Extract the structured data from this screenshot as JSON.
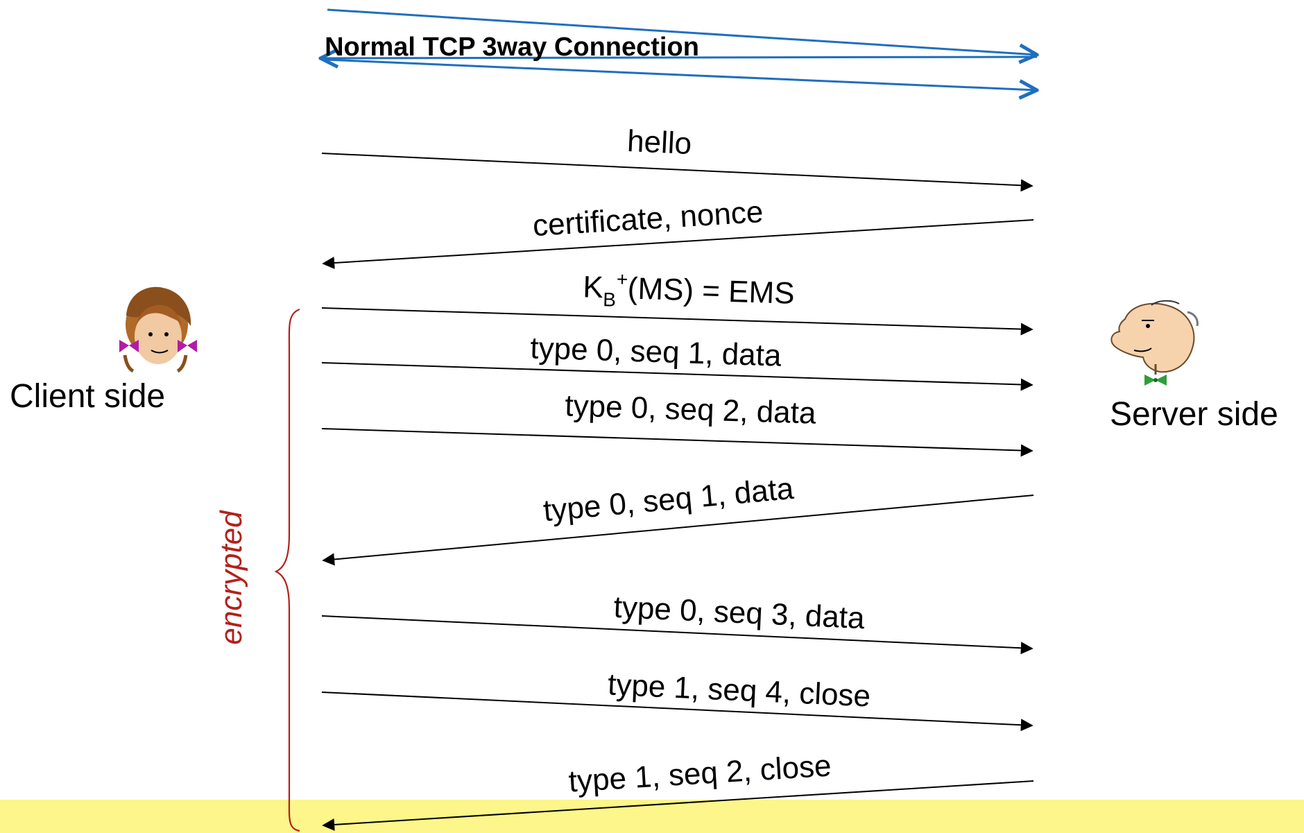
{
  "header": {
    "title": "Normal TCP 3way Connection"
  },
  "client": {
    "label": "Client side"
  },
  "server": {
    "label": "Server side"
  },
  "encrypted_label": "encrypted",
  "messages": [
    {
      "label": "hello",
      "direction": "to-server"
    },
    {
      "label": "certificate, nonce",
      "direction": "to-client"
    },
    {
      "label": "EMS",
      "direction": "to-server"
    },
    {
      "label": "type 0, seq 1, data",
      "direction": "to-server"
    },
    {
      "label": "type 0, seq 2, data",
      "direction": "to-server"
    },
    {
      "label": "type 0, seq 1, data",
      "direction": "to-client"
    },
    {
      "label": "type 0, seq 3, data",
      "direction": "to-server"
    },
    {
      "label": "type 1, seq 4, close",
      "direction": "to-server"
    },
    {
      "label": "type 1, seq 2, close",
      "direction": "to-client"
    }
  ],
  "ems_formula": {
    "key": "K",
    "subscript": "B",
    "superscript": "+",
    "argument": "(MS) = EMS"
  },
  "colors": {
    "background": "#ffffff",
    "tcp_arrows": "#1f6fbf",
    "message_arrows": "#000000",
    "encrypted": "#b3201a",
    "bottom_band": "#fdf68a"
  }
}
